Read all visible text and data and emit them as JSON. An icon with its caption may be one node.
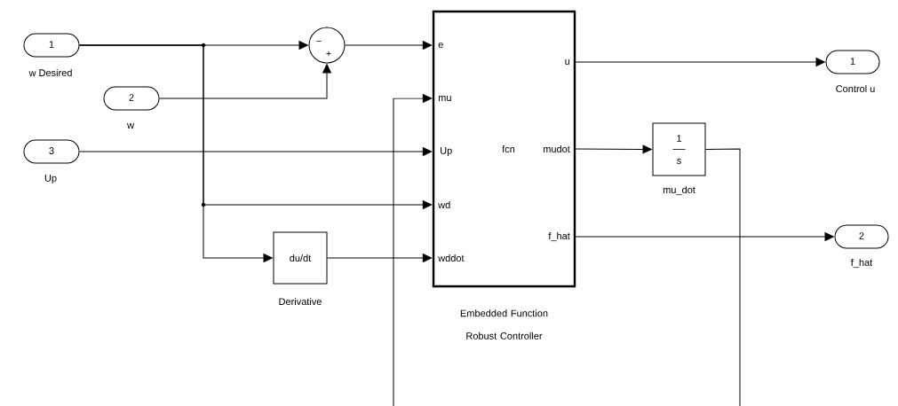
{
  "diagram": {
    "nodes": [
      {
        "text": [
          "1"
        ],
        "beside": [
          "w Desired"
        ]
      },
      {
        "text": [
          "2"
        ],
        "beside": [
          "w"
        ]
      },
      {
        "text": [
          "3"
        ],
        "beside": [
          "Up"
        ]
      },
      {
        "text": [
          "−",
          "+"
        ]
      },
      {
        "text": [
          "du/dt"
        ],
        "beside": [
          "Derivative"
        ]
      },
      {
        "text": [
          "e",
          "mu",
          "Up",
          "wd",
          "wddot",
          "u",
          "fcn",
          "mudot",
          "f_hat"
        ],
        "beside": [
          "Embedded Function Robust Controller"
        ]
      },
      {
        "text": [
          "1",
          "s"
        ],
        "beside": [
          "mu_dot"
        ]
      },
      {
        "text": [
          "1"
        ],
        "beside": [
          "Control u"
        ]
      },
      {
        "text": [
          "2"
        ],
        "beside": [
          "f_hat"
        ]
      }
    ],
    "edges": [
      {
        "from": 0,
        "to": 3,
        "arrow": "to"
      },
      {
        "from": 1,
        "to": 3,
        "arrow": "to"
      },
      {
        "from": 3,
        "to": 5,
        "arrow": "to"
      },
      {
        "from": null,
        "to": 5,
        "arrow": "to"
      },
      {
        "from": 2,
        "to": 5,
        "arrow": "to"
      },
      {
        "from": 0,
        "to": 5,
        "arrow": "to"
      },
      {
        "from": 0,
        "to": 4,
        "arrow": "to"
      },
      {
        "from": 4,
        "to": 5,
        "arrow": "to"
      },
      {
        "from": 5,
        "to": 7,
        "arrow": "to"
      },
      {
        "from": 5,
        "to": 6,
        "arrow": "to"
      },
      {
        "from": 6,
        "to": null,
        "arrow": "none"
      },
      {
        "from": 5,
        "to": 8,
        "arrow": "to"
      }
    ]
  }
}
